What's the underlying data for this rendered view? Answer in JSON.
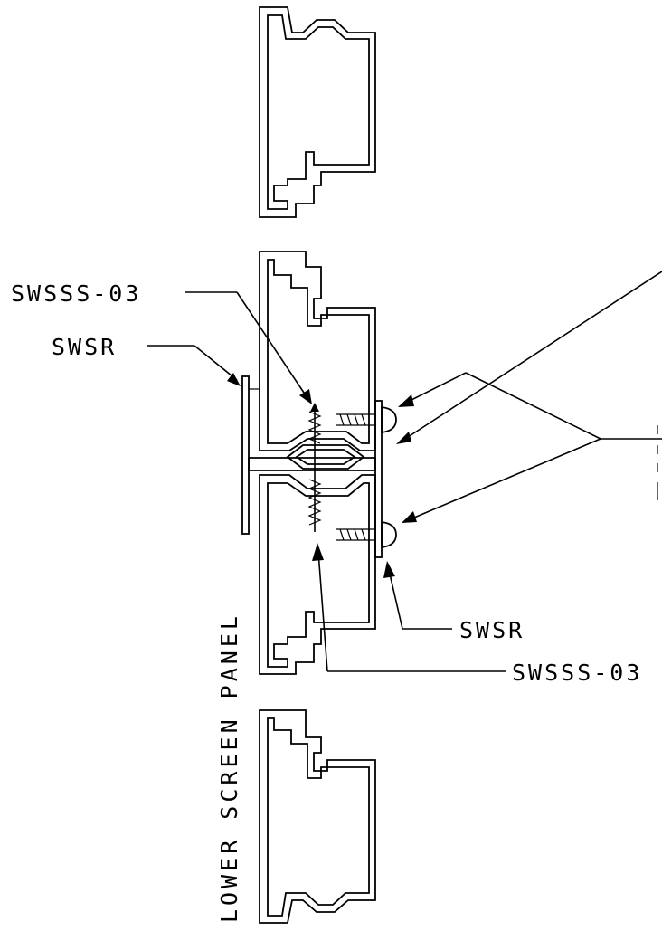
{
  "labels": {
    "top_left_screw": "SWSSS-03",
    "left_rail": "SWSR",
    "right_rail": "SWSR",
    "bottom_right_screw": "SWSSS-03",
    "vertical_panel": "LOWER SCREEN PANEL"
  },
  "colors": {
    "ink": "#000000",
    "paper": "#ffffff"
  }
}
